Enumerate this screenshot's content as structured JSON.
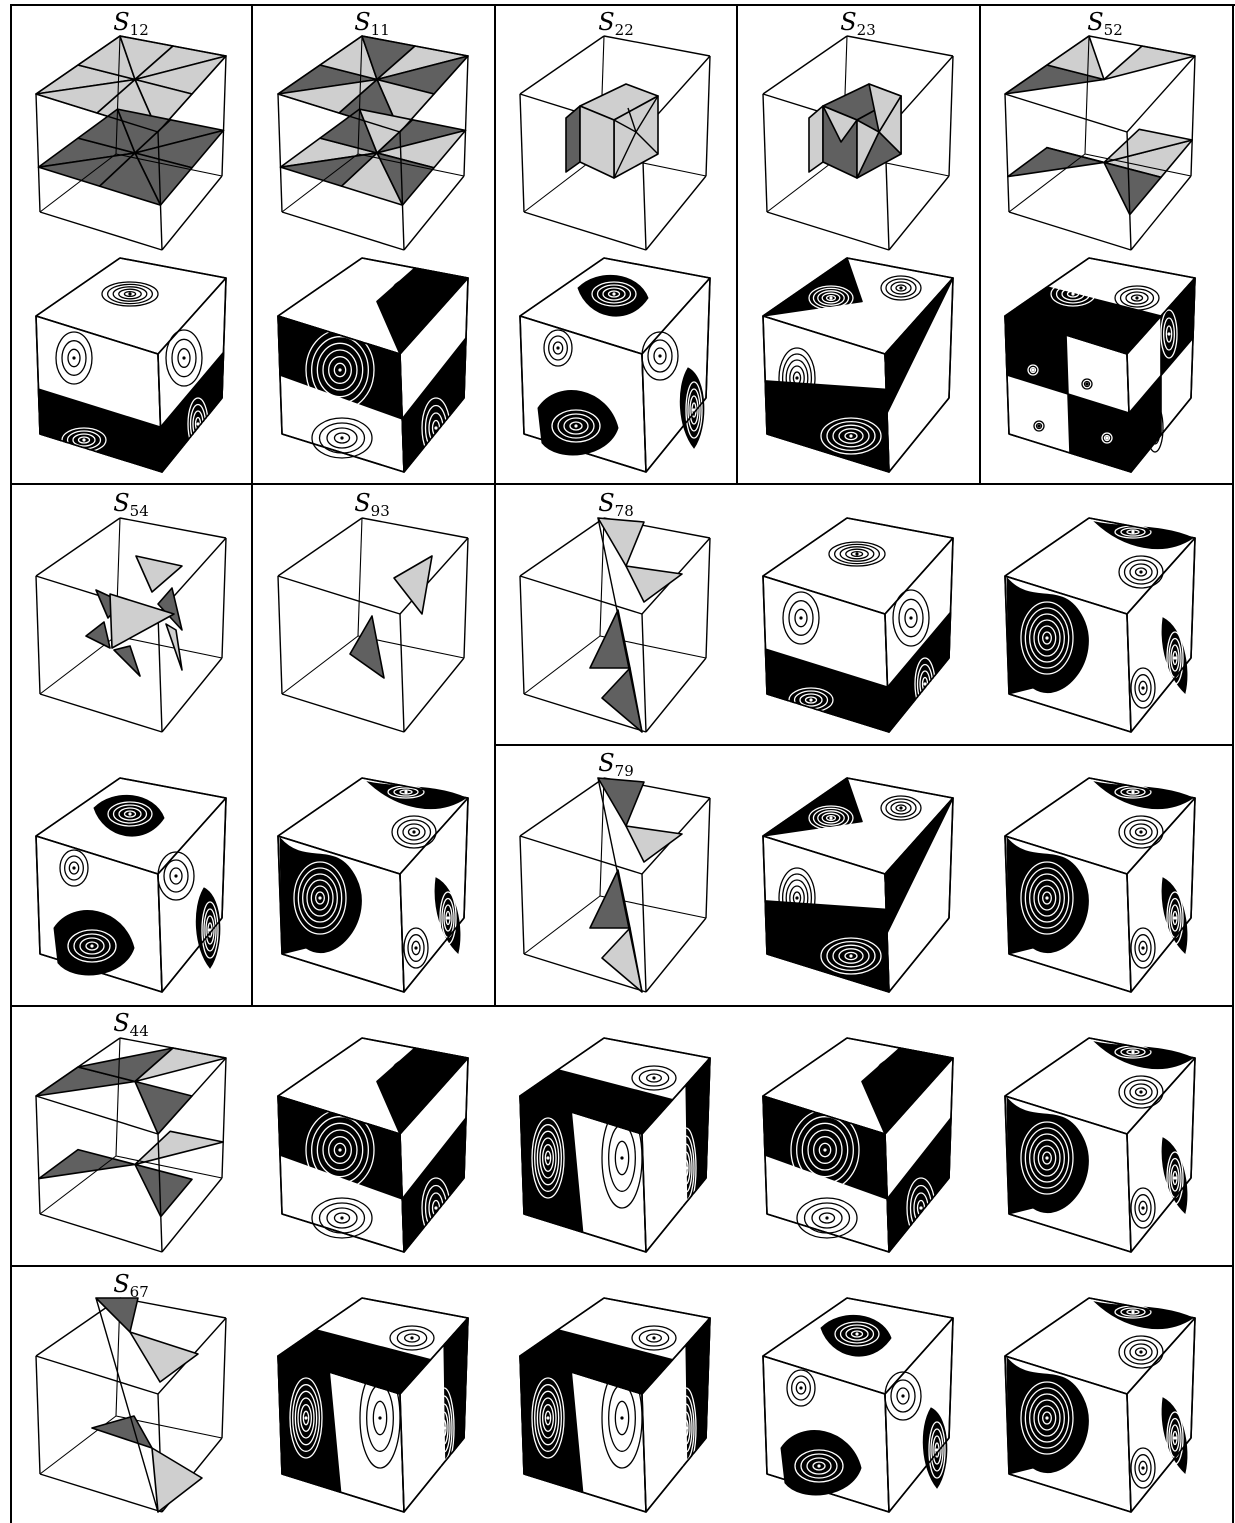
{
  "colors": {
    "dark": "#606060",
    "light": "#cfcfcf",
    "black": "#000000",
    "white": "#ffffff"
  },
  "labels": {
    "s12": {
      "letter": "S",
      "sub": "12"
    },
    "s11": {
      "letter": "S",
      "sub": "11"
    },
    "s22": {
      "letter": "S",
      "sub": "22"
    },
    "s23": {
      "letter": "S",
      "sub": "23"
    },
    "s52": {
      "letter": "S",
      "sub": "52"
    },
    "s54": {
      "letter": "S",
      "sub": "54"
    },
    "s93": {
      "letter": "S",
      "sub": "93"
    },
    "s78": {
      "letter": "S",
      "sub": "78"
    },
    "s79": {
      "letter": "S",
      "sub": "79"
    },
    "s44": {
      "letter": "S",
      "sub": "44"
    },
    "s67": {
      "letter": "S",
      "sub": "67"
    }
  },
  "panels": [
    {
      "id": "s12-sym",
      "kind": "sym",
      "pattern": "s12"
    },
    {
      "id": "s12-nodal",
      "kind": "nodal",
      "pattern": "bands-h"
    },
    {
      "id": "s11-sym",
      "kind": "sym",
      "pattern": "s11"
    },
    {
      "id": "s11-nodal",
      "kind": "nodal",
      "pattern": "diag"
    },
    {
      "id": "s22-sym",
      "kind": "sym",
      "pattern": "s22"
    },
    {
      "id": "s22-nodal",
      "kind": "nodal",
      "pattern": "blobs"
    },
    {
      "id": "s23-sym",
      "kind": "sym",
      "pattern": "s23"
    },
    {
      "id": "s23-nodal",
      "kind": "nodal",
      "pattern": "tri"
    },
    {
      "id": "s52-sym",
      "kind": "sym",
      "pattern": "s52"
    },
    {
      "id": "s52-nodal",
      "kind": "nodal",
      "pattern": "checker"
    },
    {
      "id": "s54-sym",
      "kind": "sym",
      "pattern": "s54"
    },
    {
      "id": "s54-nodal",
      "kind": "nodal",
      "pattern": "blobs"
    },
    {
      "id": "s93-sym",
      "kind": "sym",
      "pattern": "s93"
    },
    {
      "id": "s93-nodal",
      "kind": "nodal",
      "pattern": "swirl"
    },
    {
      "id": "s78-sym",
      "kind": "sym",
      "pattern": "s78"
    },
    {
      "id": "s78-nodal-a",
      "kind": "nodal",
      "pattern": "bands-h"
    },
    {
      "id": "s78-nodal-b",
      "kind": "nodal",
      "pattern": "swirl"
    },
    {
      "id": "s79-sym",
      "kind": "sym",
      "pattern": "s79"
    },
    {
      "id": "s79-nodal-a",
      "kind": "nodal",
      "pattern": "tri"
    },
    {
      "id": "s79-nodal-b",
      "kind": "nodal",
      "pattern": "swirl"
    },
    {
      "id": "s44-sym",
      "kind": "sym",
      "pattern": "s44"
    },
    {
      "id": "s44-nodal-a",
      "kind": "nodal",
      "pattern": "diag"
    },
    {
      "id": "s44-nodal-b",
      "kind": "nodal",
      "pattern": "vband"
    },
    {
      "id": "s44-nodal-c",
      "kind": "nodal",
      "pattern": "diag"
    },
    {
      "id": "s44-nodal-d",
      "kind": "nodal",
      "pattern": "swirl"
    },
    {
      "id": "s67-sym",
      "kind": "sym",
      "pattern": "s67"
    },
    {
      "id": "s67-nodal-a",
      "kind": "nodal",
      "pattern": "vband"
    },
    {
      "id": "s67-nodal-b",
      "kind": "nodal",
      "pattern": "vband"
    },
    {
      "id": "s67-nodal-c",
      "kind": "nodal",
      "pattern": "blobs"
    },
    {
      "id": "s67-nodal-d",
      "kind": "nodal",
      "pattern": "swirl"
    }
  ]
}
